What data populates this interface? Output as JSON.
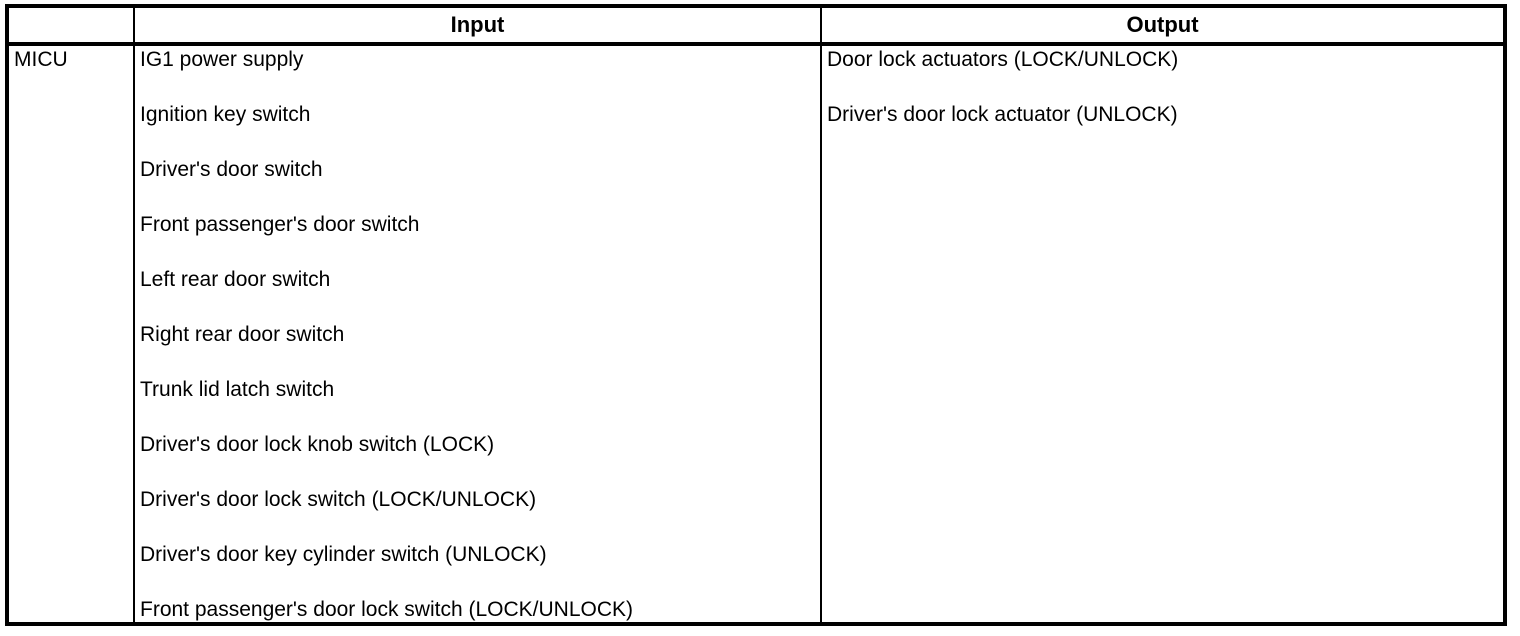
{
  "colors": {
    "border": "#000000",
    "text": "#000000",
    "background": "#ffffff"
  },
  "table": {
    "header": {
      "corner": "",
      "input": "Input",
      "output": "Output"
    },
    "unit": "MICU",
    "inputs": [
      "IG1 power supply",
      "Ignition key switch",
      "Driver's door switch",
      "Front passenger's door switch",
      "Left rear door switch",
      "Right rear door switch",
      "Trunk lid latch switch",
      "Driver's door lock knob switch (LOCK)",
      "Driver's door lock switch (LOCK/UNLOCK)",
      "Driver's door key cylinder switch (UNLOCK)",
      "Front passenger's door lock switch (LOCK/UNLOCK)"
    ],
    "outputs": [
      "Door lock actuators (LOCK/UNLOCK)",
      "Driver's door lock actuator (UNLOCK)"
    ]
  }
}
